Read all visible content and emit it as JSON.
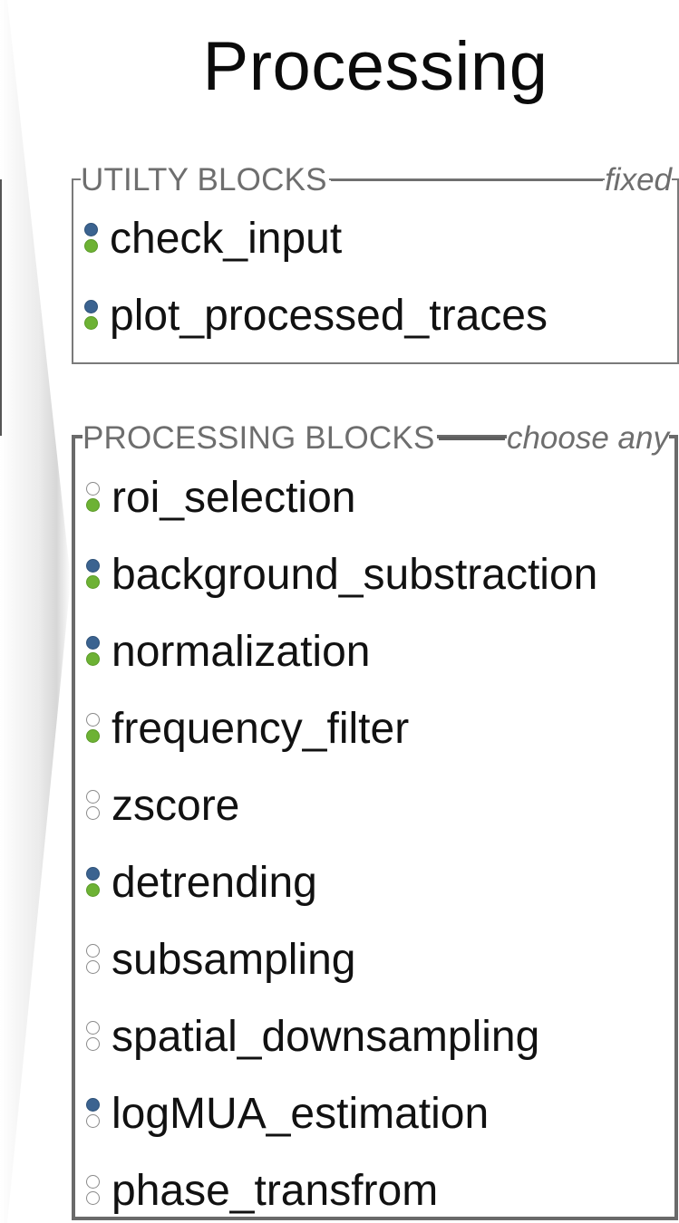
{
  "title": "Processing",
  "colors": {
    "active_output": "#3b6390",
    "active_input": "#6db234",
    "inactive": "#ffffff"
  },
  "utility_group": {
    "label": "UTILTY BLOCKS",
    "tag": "fixed",
    "items": [
      {
        "name": "check_input",
        "top": "on",
        "bottom": "on"
      },
      {
        "name": "plot_processed_traces",
        "top": "on",
        "bottom": "on"
      }
    ]
  },
  "processing_group": {
    "label": "PROCESSING BLOCKS",
    "tag": "choose any",
    "items": [
      {
        "name": "roi_selection",
        "top": "off",
        "bottom": "on"
      },
      {
        "name": "background_substraction",
        "top": "on",
        "bottom": "on"
      },
      {
        "name": "normalization",
        "top": "on",
        "bottom": "on"
      },
      {
        "name": "frequency_filter",
        "top": "off",
        "bottom": "on"
      },
      {
        "name": " zscore",
        "top": "off",
        "bottom": "off"
      },
      {
        "name": "detrending",
        "top": "on",
        "bottom": "on"
      },
      {
        "name": "subsampling",
        "top": "off",
        "bottom": "off"
      },
      {
        "name": "spatial_downsampling",
        "top": "off",
        "bottom": "off"
      },
      {
        "name": "logMUA_estimation",
        "top": "on",
        "bottom": "off"
      },
      {
        "name": "phase_transfrom",
        "top": "off",
        "bottom": "off"
      }
    ]
  }
}
